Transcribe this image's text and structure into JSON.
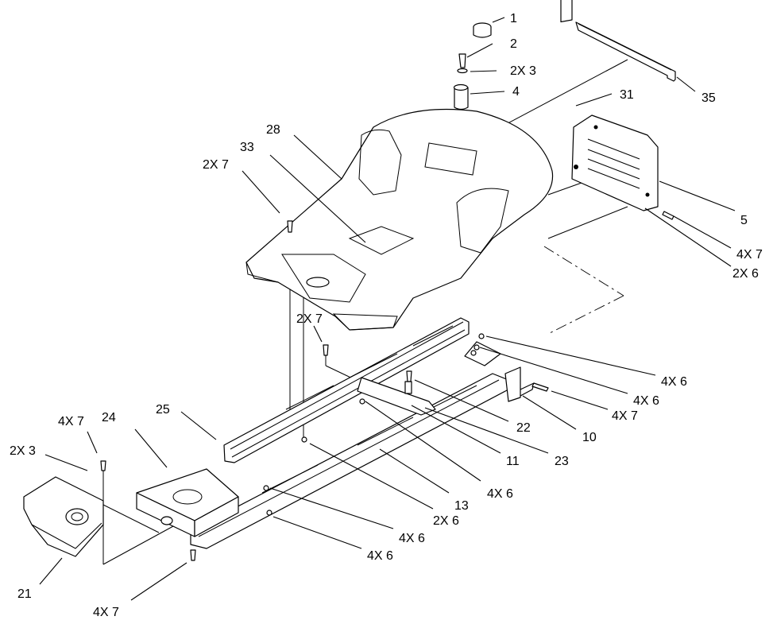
{
  "callouts": [
    {
      "id": "c1",
      "text": "1"
    },
    {
      "id": "c2",
      "text": "2"
    },
    {
      "id": "c3",
      "text": "2X 3"
    },
    {
      "id": "c4",
      "text": "4"
    },
    {
      "id": "c35",
      "text": "35"
    },
    {
      "id": "c31",
      "text": "31"
    },
    {
      "id": "c28",
      "text": "28"
    },
    {
      "id": "c33",
      "text": "33"
    },
    {
      "id": "c7a",
      "text": "2X 7"
    },
    {
      "id": "c5",
      "text": "5"
    },
    {
      "id": "c47a",
      "text": "4X 7"
    },
    {
      "id": "c26a",
      "text": "2X 6"
    },
    {
      "id": "c7b",
      "text": "2X 7"
    },
    {
      "id": "c46a",
      "text": "4X 6"
    },
    {
      "id": "c46b",
      "text": "4X 6"
    },
    {
      "id": "c47b",
      "text": "4X 7"
    },
    {
      "id": "c22",
      "text": "22"
    },
    {
      "id": "c10",
      "text": "10"
    },
    {
      "id": "c25",
      "text": "25"
    },
    {
      "id": "c11",
      "text": "11"
    },
    {
      "id": "c23",
      "text": "23"
    },
    {
      "id": "c24",
      "text": "24"
    },
    {
      "id": "c47c",
      "text": "4X 7"
    },
    {
      "id": "c23x",
      "text": "2X 3"
    },
    {
      "id": "c46c",
      "text": "4X 6"
    },
    {
      "id": "c13",
      "text": "13"
    },
    {
      "id": "c26b",
      "text": "2X 6"
    },
    {
      "id": "c46d",
      "text": "4X 6"
    },
    {
      "id": "c46e",
      "text": "4X 6"
    },
    {
      "id": "c21",
      "text": "21"
    },
    {
      "id": "c47d",
      "text": "4X 7"
    }
  ]
}
